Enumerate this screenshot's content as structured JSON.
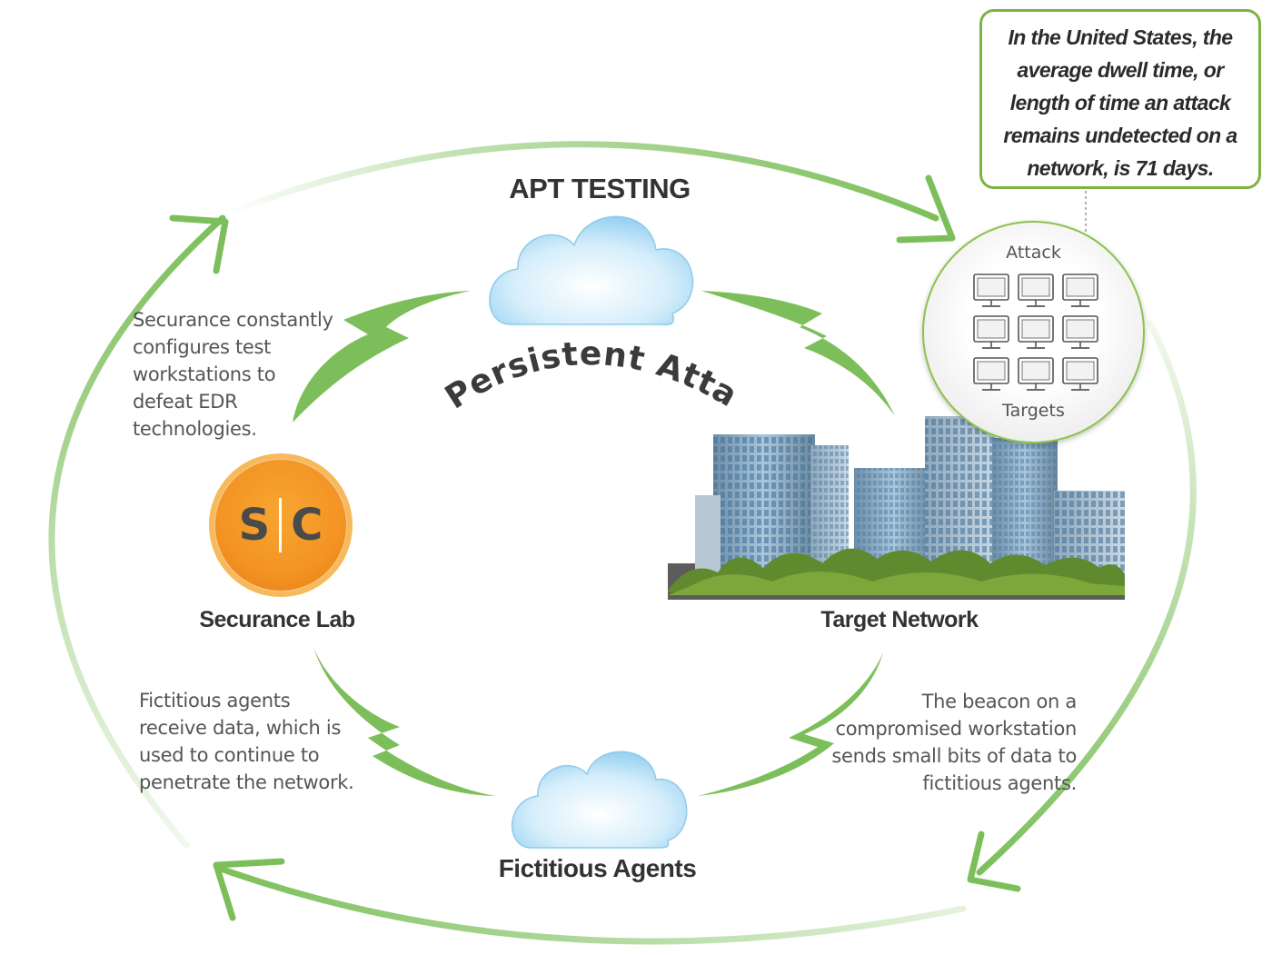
{
  "callout": {
    "text": "In the United States, the average dwell time, or length of time an attack remains undetected on a network, is 71 days."
  },
  "labels": {
    "apt_testing": "APT TESTING",
    "persistent_attack": "Persistent Attack",
    "securance_lab": "Securance Lab",
    "target_network": "Target Network",
    "fictitious_agents": "Fictitious Agents"
  },
  "attack_panel": {
    "top_label": "Attack",
    "bottom_label": "Targets",
    "computer_count": 9
  },
  "logo": {
    "left_letter": "S",
    "right_letter": "C"
  },
  "descriptions": {
    "configure": [
      "Securance constantly",
      "configures test",
      "workstations to",
      "defeat EDR",
      "technologies."
    ],
    "receive": [
      "Fictitious agents",
      "receive data, which is",
      "used to continue to",
      "penetrate the network."
    ],
    "beacon": [
      "The beacon on a",
      "compromised workstation",
      "sends small bits of data to",
      "fictitious agents."
    ]
  },
  "colors": {
    "arrow_green": "#7cbf5a",
    "callout_border": "#7cb342",
    "logo_orange": "#f39323",
    "cloud_blue": "#9fd3f3"
  }
}
